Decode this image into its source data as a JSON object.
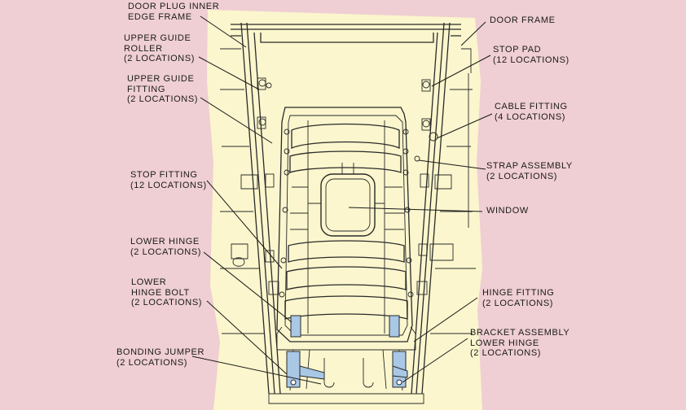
{
  "colors": {
    "background": "#efcfd3",
    "panel": "#fbf6cd",
    "ink": "#2a2a2a",
    "hinge_blue": "#a9c8e6"
  },
  "labels": {
    "door_plug_inner_edge_frame": [
      "DOOR PLUG INNER",
      "EDGE FRAME"
    ],
    "upper_guide_roller": [
      "UPPER GUIDE",
      "ROLLER",
      "(2 LOCATIONS)"
    ],
    "upper_guide_fitting": [
      "UPPER GUIDE",
      "FITTING",
      "(2 LOCATIONS)"
    ],
    "stop_fitting": [
      "STOP FITTING",
      "(12 LOCATIONS)"
    ],
    "lower_hinge": [
      "LOWER HINGE",
      "(2 LOCATIONS)"
    ],
    "lower_hinge_bolt": [
      "LOWER",
      "HINGE BOLT",
      "(2 LOCATIONS)"
    ],
    "bonding_jumper": [
      "BONDING JUMPER",
      "(2 LOCATIONS)"
    ],
    "door_frame": [
      "DOOR FRAME"
    ],
    "stop_pad": [
      "STOP PAD",
      "(12 LOCATIONS)"
    ],
    "cable_fitting": [
      "CABLE FITTING",
      "(4 LOCATIONS)"
    ],
    "strap_assembly": [
      "STRAP ASSEMBLY",
      "(2 LOCATIONS)"
    ],
    "window": [
      "WINDOW"
    ],
    "hinge_fitting": [
      "HINGE FITTING",
      "(2 LOCATIONS)"
    ],
    "bracket_assembly_lower_hinge": [
      "BRACKET ASSEMBLY",
      "LOWER HINGE",
      "(2 LOCATIONS)"
    ]
  }
}
